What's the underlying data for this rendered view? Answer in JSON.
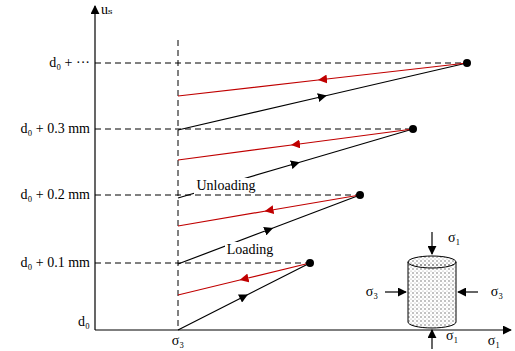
{
  "diagram": {
    "labels": [
      "uₛ",
      "d₀ + ···",
      "d₀ + 0.3 mm",
      "d₀ + 0.2 mm",
      "d₀ + 0.1 mm",
      "d₀",
      "Unloading",
      "Loading",
      "σ₃",
      "σ₁",
      "σ₁",
      "σ₁",
      "σ₃",
      "σ₃"
    ]
  }
}
